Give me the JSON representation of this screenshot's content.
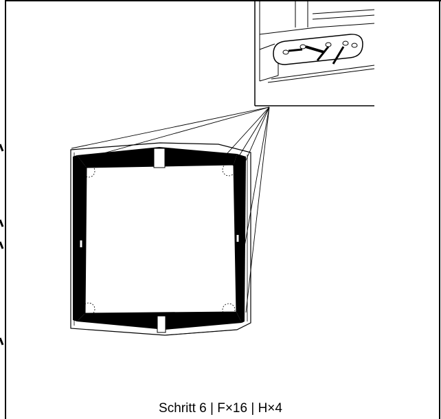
{
  "caption": {
    "step_label": "Schritt 6",
    "separator": "|",
    "part_f_count": "F×16",
    "part_h_count": "H×4"
  },
  "colors": {
    "line": "#000000",
    "background": "#ffffff"
  },
  "icons": [
    "screw-icon",
    "dowel-icon",
    "corner-bracket-icon"
  ]
}
